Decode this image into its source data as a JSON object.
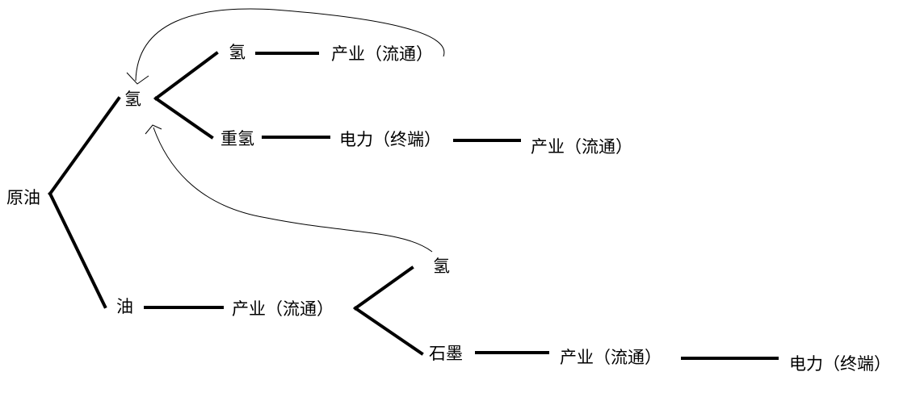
{
  "diagram": {
    "nodes": {
      "crude_oil": "原油",
      "hydrogen_main": "氢",
      "hydrogen_top": "氢",
      "industry_top": "产业（流通）",
      "heavy_hydrogen": "重氢",
      "power_mid": "电力（终端）",
      "industry_mid": "产业（流通）",
      "oil": "油",
      "industry_bottom": "产业（流通）",
      "hydrogen_bottom": "氢",
      "graphite": "石墨",
      "industry_graphite": "产业（流通）",
      "power_end": "电力（终端）"
    },
    "line_color": "#000000",
    "background": "#ffffff"
  }
}
